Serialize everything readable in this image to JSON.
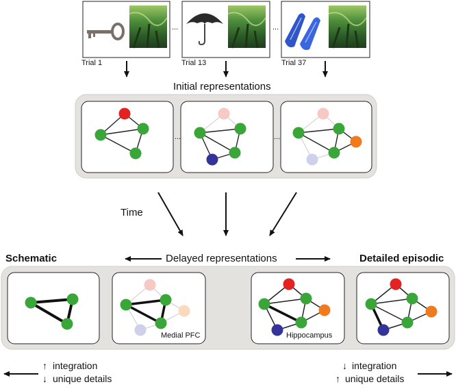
{
  "trials": [
    {
      "label": "Trial 1",
      "object": "key"
    },
    {
      "label": "Trial 13",
      "object": "umbrella"
    },
    {
      "label": "Trial 37",
      "object": "flippers"
    }
  ],
  "scene_image": "jungle-scene",
  "ellipsis": "...",
  "initial_title": "Initial representations",
  "time_label": "Time",
  "delayed_title": "Delayed representations",
  "schematic_title": "Schematic",
  "episodic_title": "Detailed episodic",
  "regions": {
    "mpfc": "Medial PFC",
    "hippocampus": "Hippocampus"
  },
  "left_effects": {
    "integration": "integration",
    "details": "unique details",
    "arrow_integration": "↑",
    "arrow_details": "↓"
  },
  "right_effects": {
    "integration": "integration",
    "details": "unique details",
    "arrow_integration": "↓",
    "arrow_details": "↑"
  },
  "colors": {
    "green": "#3aa63a",
    "red": "#e32222",
    "navy": "#33339a",
    "orange": "#f07a1c",
    "pale_red": "#f7c8c4",
    "pale_orange": "#fbd9bd",
    "pale_navy": "#cfd0ec",
    "panel_bg": "#e4e2df",
    "panel_border": "#c9c7c4"
  }
}
